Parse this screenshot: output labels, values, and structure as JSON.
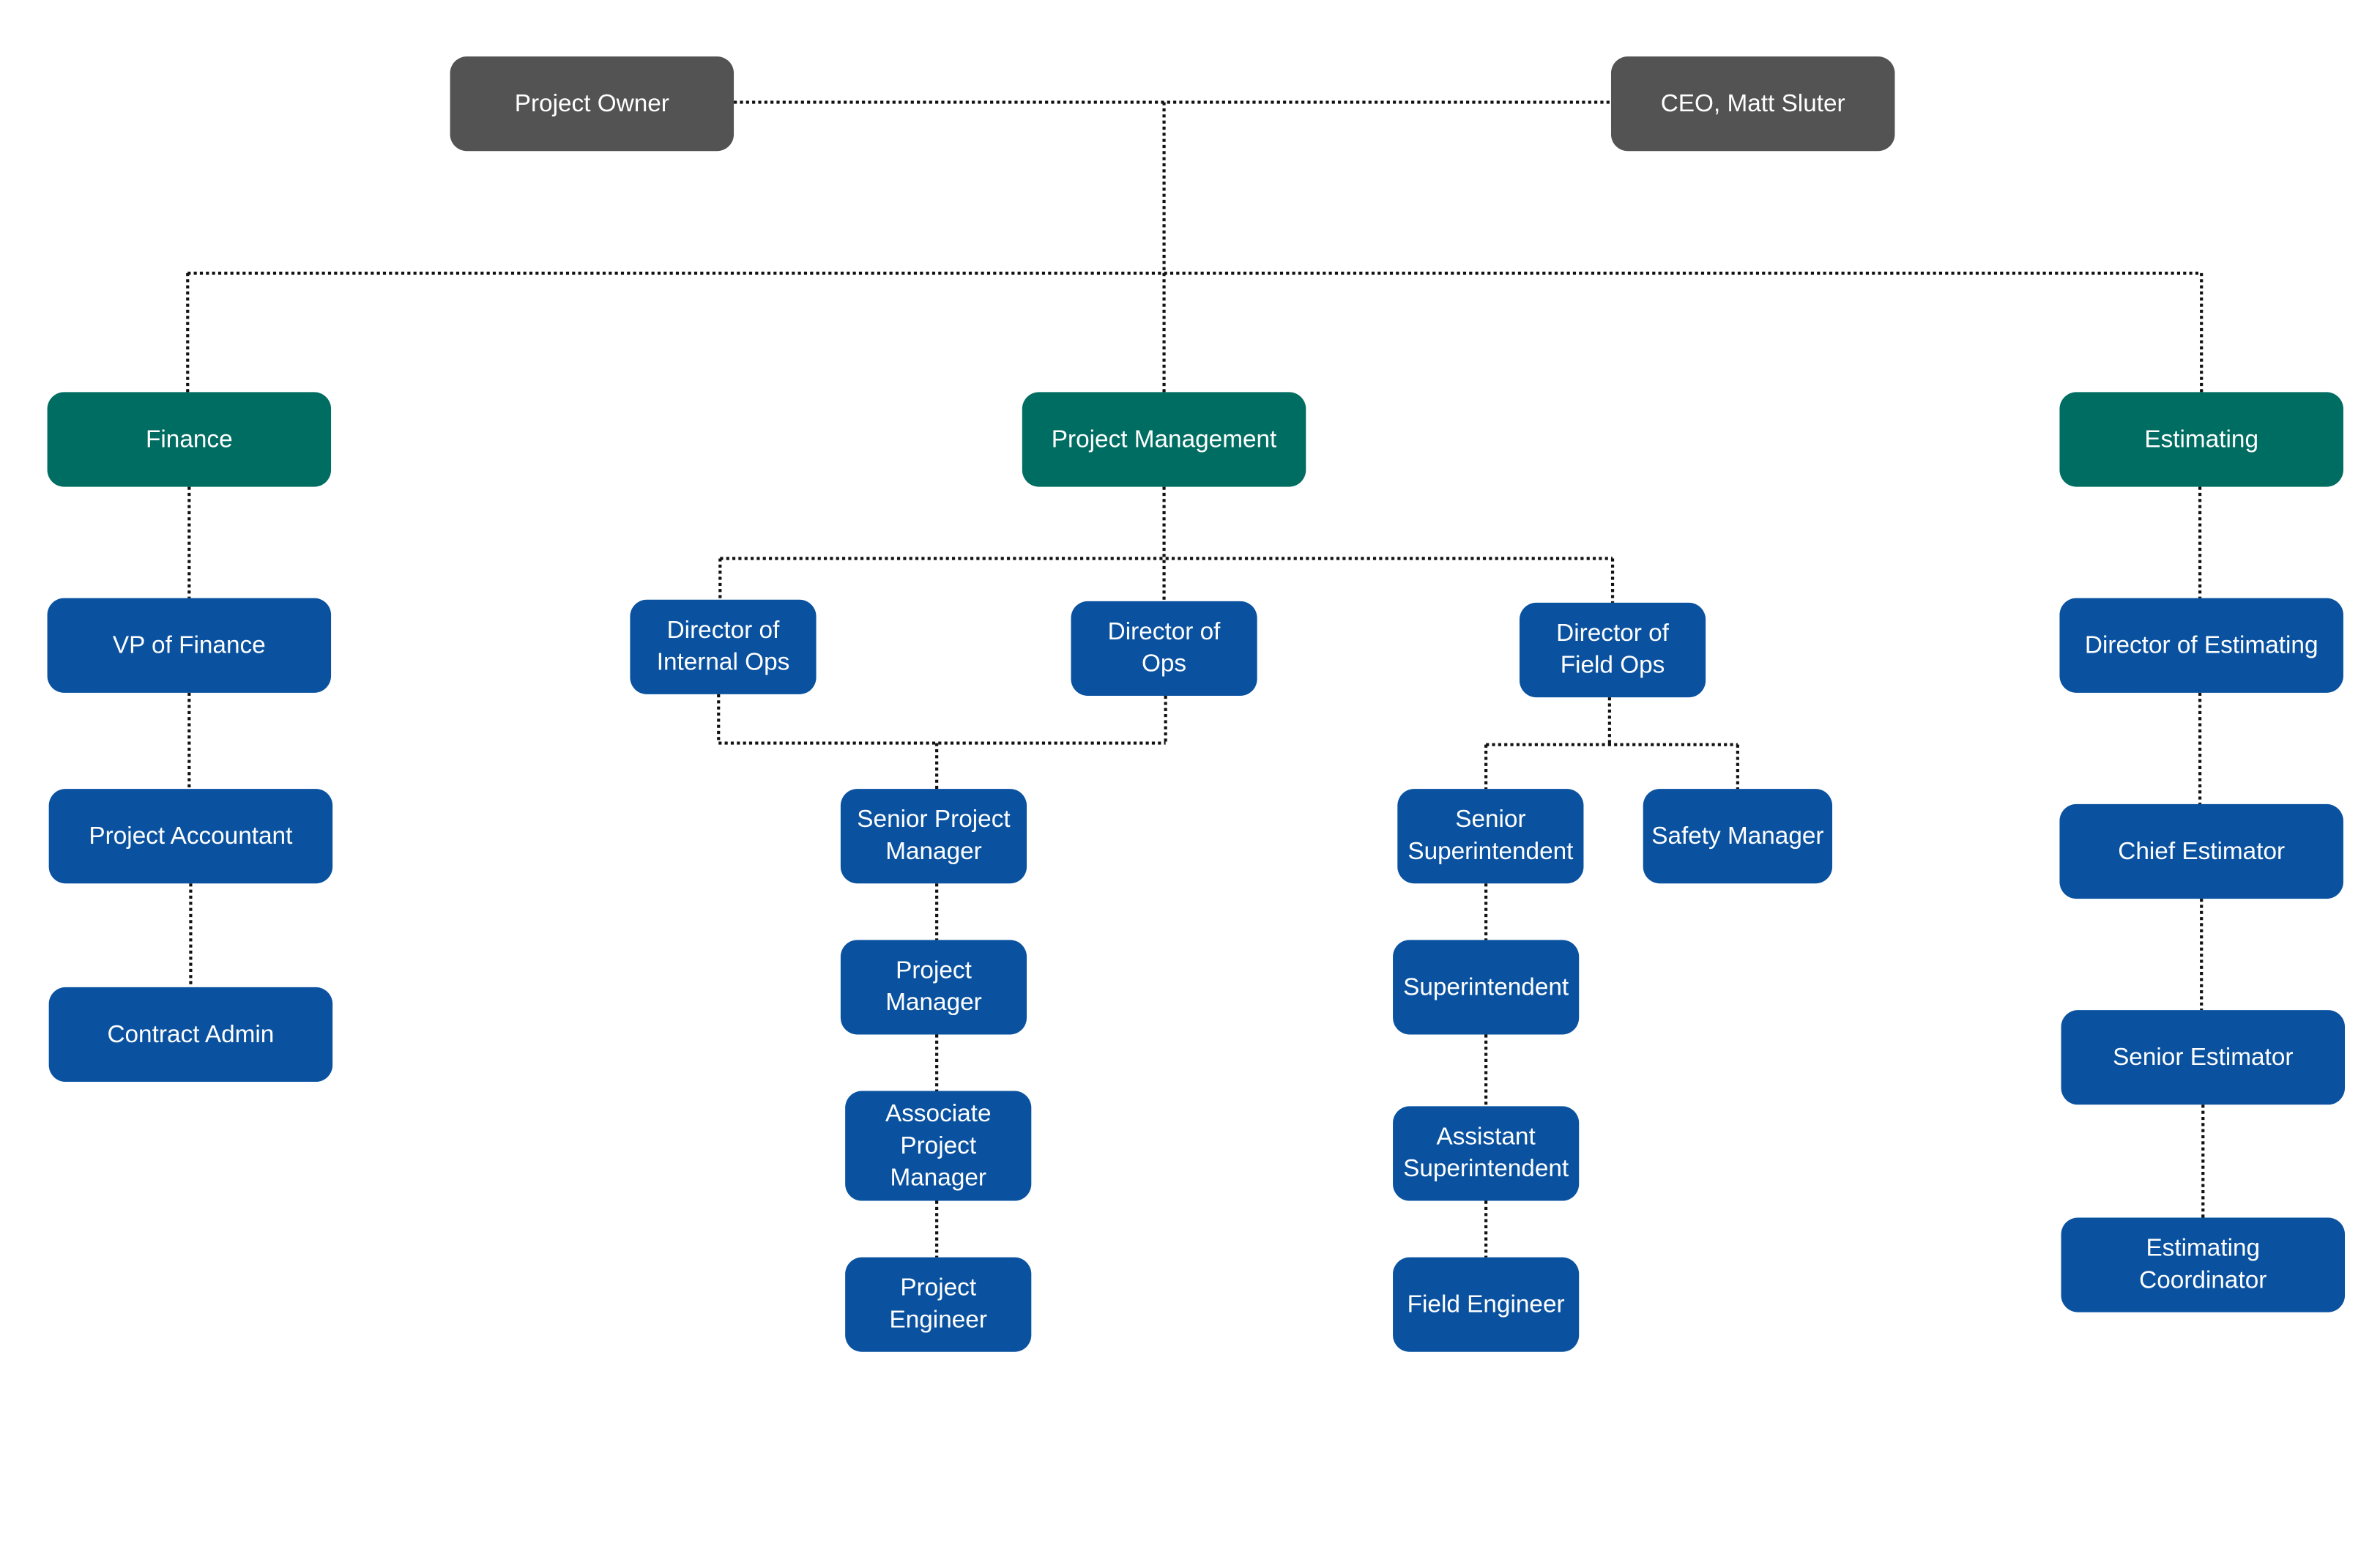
{
  "colors": {
    "executive": "#535353",
    "department": "#006d62",
    "role": "#0a52a0",
    "connector": "#111111",
    "background": "#ffffff"
  },
  "nodes": {
    "project_owner": [
      "Project Owner"
    ],
    "ceo": [
      "CEO, Matt Sluter"
    ],
    "finance": [
      "Finance"
    ],
    "project_management": [
      "Project Management"
    ],
    "estimating": [
      "Estimating"
    ],
    "vp_finance": [
      "VP of Finance"
    ],
    "project_accountant": [
      "Project Accountant"
    ],
    "contract_admin": [
      "Contract Admin"
    ],
    "dir_internal_ops": [
      "Director of",
      "Internal Ops"
    ],
    "dir_ops": [
      "Director of",
      "Ops"
    ],
    "dir_field_ops": [
      "Director of",
      "Field Ops"
    ],
    "senior_pm": [
      "Senior Project",
      "Manager"
    ],
    "pm": [
      "Project",
      "Manager"
    ],
    "associate_pm": [
      "Associate",
      "Project",
      "Manager"
    ],
    "project_engineer": [
      "Project",
      "Engineer"
    ],
    "senior_superintendent": [
      "Senior",
      "Superintendent"
    ],
    "safety_manager": [
      "Safety Manager"
    ],
    "superintendent": [
      "Superintendent"
    ],
    "assistant_superintendent": [
      "Assistant",
      "Superintendent"
    ],
    "field_engineer": [
      "Field Engineer"
    ],
    "dir_estimating": [
      "Director of Estimating"
    ],
    "chief_estimator": [
      "Chief Estimator"
    ],
    "senior_estimator": [
      "Senior Estimator"
    ],
    "estimating_coordinator": [
      "Estimating",
      "Coordinator"
    ]
  }
}
